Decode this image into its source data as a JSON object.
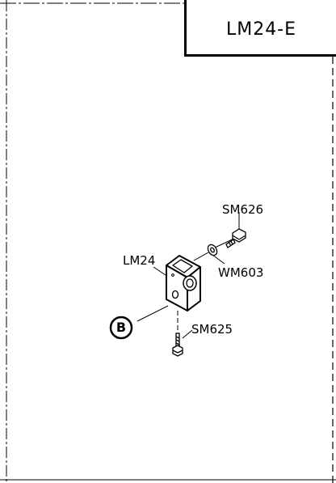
{
  "title_block": {
    "model": "LM24-E"
  },
  "parts": {
    "block": "LM24",
    "top_screw": "SM626",
    "washer": "WM603",
    "bottom_screw": "SM625"
  },
  "callout": {
    "letter": "B"
  }
}
